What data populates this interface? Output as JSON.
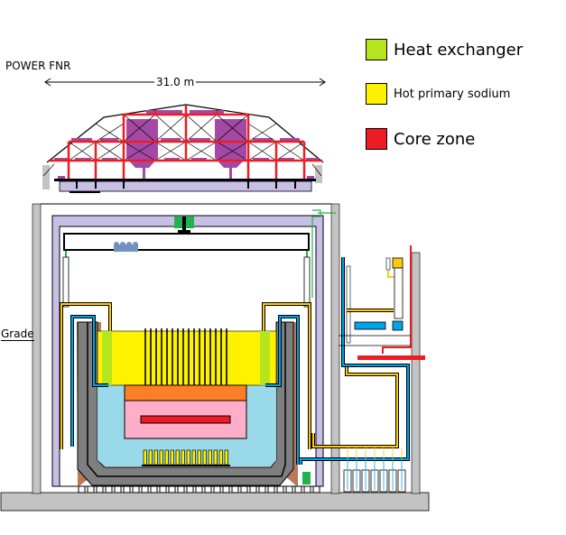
{
  "diagram": {
    "title": "POWER  FNR",
    "width_dimension": "31.0 m",
    "grade_label": "Grade"
  },
  "legend": [
    {
      "label": "Heat  exchanger",
      "color": "#b5e61d"
    },
    {
      "label": "Hot primary sodium",
      "color": "#fff200"
    },
    {
      "label": "Core zone",
      "color": "#ed1c24"
    }
  ],
  "colors": {
    "concrete": "#c3c3c3",
    "liner": "#c8bfe7",
    "vessel_wall": "#7f7f7f",
    "cold_sodium": "#99d9ea",
    "hot_sodium": "#fff200",
    "heat_exchanger": "#b5e61d",
    "upper_shield": "#ff7f27",
    "core_region": "#ffaec9",
    "core_zone": "#ed1c24",
    "primary_pipe": "#ffc90e",
    "secondary_pipe": "#00a2e8",
    "roof_truss": "#ed1c24",
    "roof_tank": "#a349a4",
    "crane_green": "#22b14c",
    "crane_trolley": "#7092be",
    "foundation_corner": "#b97a57"
  }
}
